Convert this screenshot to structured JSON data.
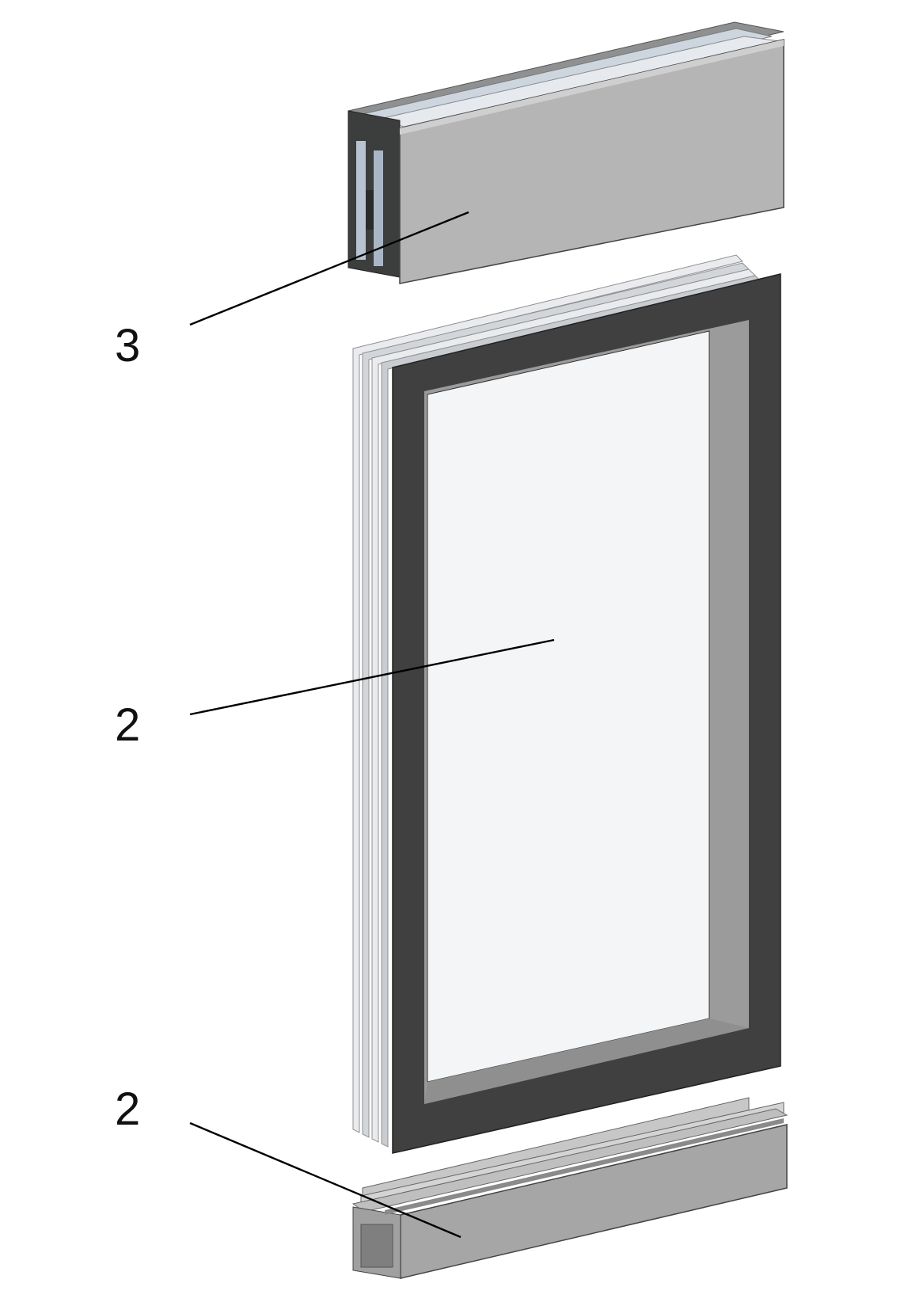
{
  "callouts": [
    {
      "label": "3"
    },
    {
      "label": "2"
    },
    {
      "label": "2"
    }
  ],
  "colors": {
    "frame_dark": "#3f403f",
    "panel_grey": "#b4b4b4",
    "aluminium_light": "#dcdfe3",
    "aluminium_blue": "#aab7c6",
    "glass": "#f3f5f7",
    "channel_grey": "#a5a5a5",
    "reveal_grey": "#9a9b9a"
  }
}
